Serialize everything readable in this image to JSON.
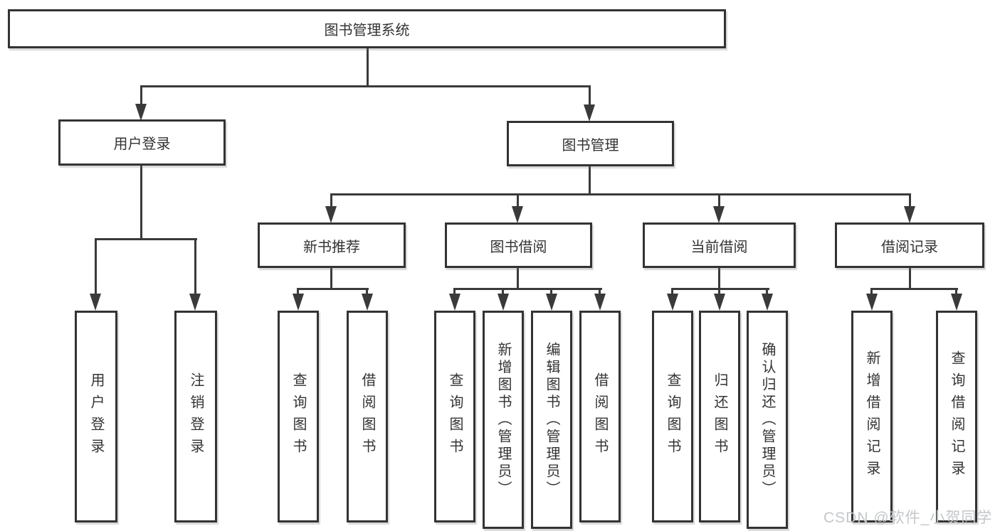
{
  "diagram": {
    "type": "functional-structure-tree",
    "tree": {
      "root": {
        "label": "图书管理系统"
      },
      "branches": [
        {
          "label": "用户登录",
          "children": [
            {
              "label": "用户登录"
            },
            {
              "label": "注销登录"
            }
          ]
        },
        {
          "label": "图书管理",
          "children": [
            {
              "label": "新书推荐",
              "children": [
                {
                  "label": "查询图书"
                },
                {
                  "label": "借阅图书"
                }
              ]
            },
            {
              "label": "图书借阅",
              "children": [
                {
                  "label": "查询图书"
                },
                {
                  "label": "新增图书（管理员）"
                },
                {
                  "label": "编辑图书（管理员）"
                },
                {
                  "label": "借阅图书"
                }
              ]
            },
            {
              "label": "当前借阅",
              "children": [
                {
                  "label": "查询图书"
                },
                {
                  "label": "归还图书"
                },
                {
                  "label": "确认归还（管理员）"
                }
              ]
            },
            {
              "label": "借阅记录",
              "children": [
                {
                  "label": "新增借阅记录"
                },
                {
                  "label": "查询借阅记录"
                }
              ]
            }
          ]
        }
      ]
    }
  },
  "watermark": {
    "text": "CSDN @软件_小贺同学",
    "color": "#c3c7ca"
  },
  "colors": {
    "line": "#3a3a3a",
    "border": "#333333",
    "text": "#333333",
    "background": "#ffffff"
  }
}
